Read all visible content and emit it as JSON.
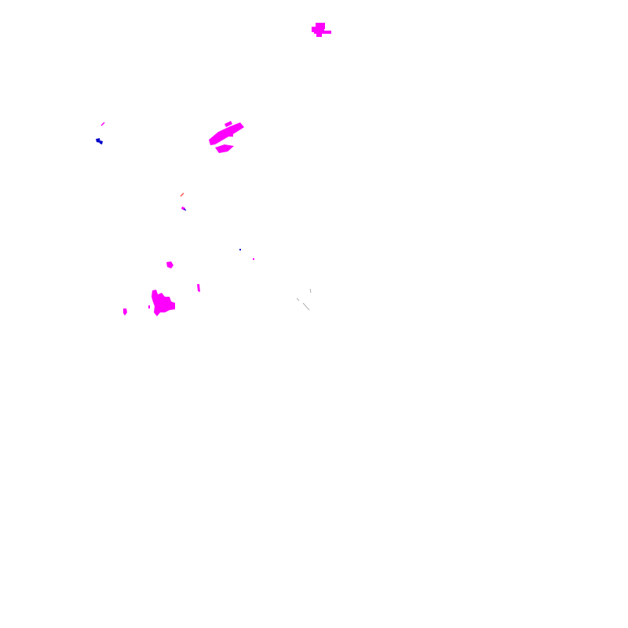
{
  "map": {
    "background_color": "#ffffff",
    "feature_colors": {
      "primary": "#ff00ff",
      "secondary": "#0000cc",
      "accent": "#ff5555",
      "trace": "#999999"
    },
    "layers": [
      {
        "name": "magenta-patches",
        "color": "#ff00ff"
      },
      {
        "name": "blue-marks",
        "color": "#0000cc"
      },
      {
        "name": "red-marks",
        "color": "#ff5555"
      }
    ]
  }
}
